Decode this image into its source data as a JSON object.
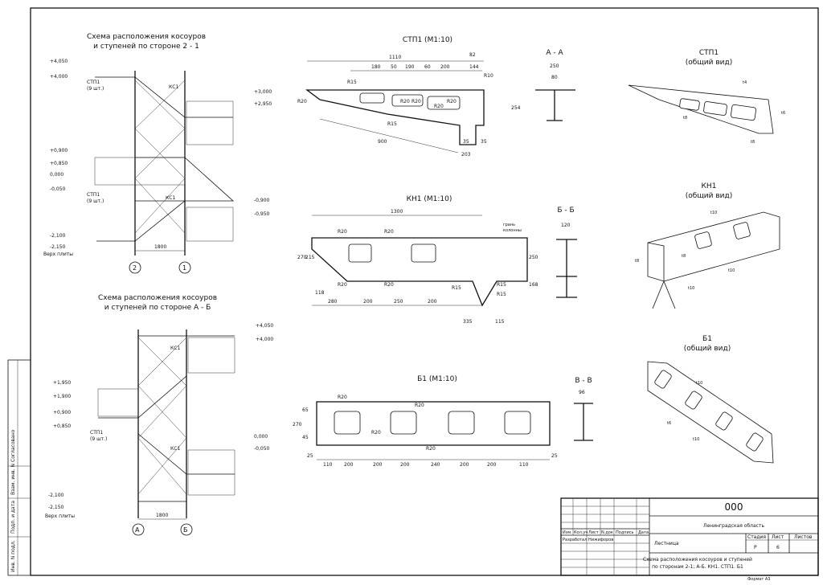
{
  "sections": {
    "elev1_title": [
      "Схема расположения косоуров",
      "и ступеней по стороне 2 - 1"
    ],
    "elev2_title": [
      "Схема расположения косоуров",
      "и ступеней по стороне А - Б"
    ],
    "stp1_detail": "СТП1 (М1:10)",
    "sec_aa": "А - А",
    "stp1_view": [
      "СТП1",
      "(общий вид)"
    ],
    "kn1_detail": "КН1 (М1:10)",
    "sec_bb": "Б - Б",
    "kn1_view": [
      "КН1",
      "(общий вид)"
    ],
    "b1_detail": "Б1 (М1:10)",
    "sec_vv": "В - В",
    "b1_view": [
      "Б1",
      "(общий вид)"
    ]
  },
  "elevation1": {
    "levels": [
      "+4,050",
      "+4,000",
      "+0,900",
      "+0,850",
      "0,000",
      "-0,050",
      "-2,100",
      "-2,150"
    ],
    "right_levels": [
      "+3,000",
      "+2,950",
      "-0,900",
      "-0,950"
    ],
    "axis_left": "2",
    "axis_right": "1",
    "width_dim": "1800",
    "stp_label": [
      "СТП1",
      "(9 шт.)"
    ],
    "kk_labels": [
      "КС1",
      "КС1"
    ],
    "base_label": "Верх плиты"
  },
  "elevation2": {
    "levels": [
      "+4,050",
      "+4,000",
      "+1,950",
      "+1,900",
      "+0,900",
      "+0,850",
      "-2,100",
      "-2,150"
    ],
    "right_levels": [
      "0,000",
      "-0,050"
    ],
    "axis_left": "А",
    "axis_right": "Б",
    "width_dim": "1800",
    "stp_label": [
      "СТП1",
      "(9 шт.)"
    ],
    "kk_labels": [
      "КС1",
      "КС1"
    ],
    "base_label": "Верх плиты"
  },
  "stp1": {
    "dims_top": [
      "1110",
      "82",
      "180",
      "50",
      "190",
      "60",
      "200",
      "144"
    ],
    "radius_labels": [
      "R15",
      "R20",
      "R20",
      "R20",
      "R20",
      "R20",
      "R10",
      "R15"
    ],
    "bottom_dims": [
      "900",
      "203"
    ],
    "height_dims": [
      "254",
      "35",
      "35"
    ]
  },
  "sec_aa_dims": [
    "250",
    "80"
  ],
  "kn1": {
    "dims_top": [
      "1300"
    ],
    "radius_labels": [
      "R20",
      "R20",
      "R20",
      "R20",
      "R15",
      "R15",
      "R15"
    ],
    "bottom_dims": [
      "280",
      "200",
      "250",
      "200",
      "335",
      "115",
      "118"
    ],
    "side_dims": [
      "270",
      "215",
      "250",
      "168"
    ],
    "note": [
      "грань",
      "колонны"
    ]
  },
  "sec_bb_dims": [
    "120"
  ],
  "b1": {
    "dims_bottom": [
      "25",
      "110",
      "200",
      "200",
      "200",
      "240",
      "200",
      "200",
      "110",
      "25"
    ],
    "radius_labels": [
      "R20",
      "R20",
      "R20",
      "R20"
    ],
    "side_dims": [
      "270",
      "65",
      "45"
    ]
  },
  "sec_vv_dims": [
    "96"
  ],
  "views": {
    "stp1_tags": [
      "t4",
      "t8",
      "t8",
      "t6"
    ],
    "kn1_tags": [
      "t10",
      "t8",
      "t8",
      "t10",
      "t10"
    ],
    "b1_tags": [
      "t10",
      "t6",
      "t10"
    ]
  },
  "side_stamp": [
    "Согласовано",
    "Взам. инв. N",
    "Подп. и дата",
    "Инв. N подл."
  ],
  "title_block": {
    "code": "000",
    "region": "Ленинградская область",
    "object": "Лестница",
    "headers": [
      "Изм.",
      "Кол.уч",
      "Лист",
      "N.док",
      "Подпись",
      "Дата"
    ],
    "developer_role": "Разработал",
    "developer_name": "Нижифоров",
    "stage_headers": [
      "Стадия",
      "Лист",
      "Листов"
    ],
    "stage": "Р",
    "sheet": "6",
    "sheet_title": [
      "Схема расположения косоуров и ступеней",
      "по сторонам 2-1; А-Б. КН1. СТП1. Б1"
    ],
    "format": "Формат А3"
  }
}
